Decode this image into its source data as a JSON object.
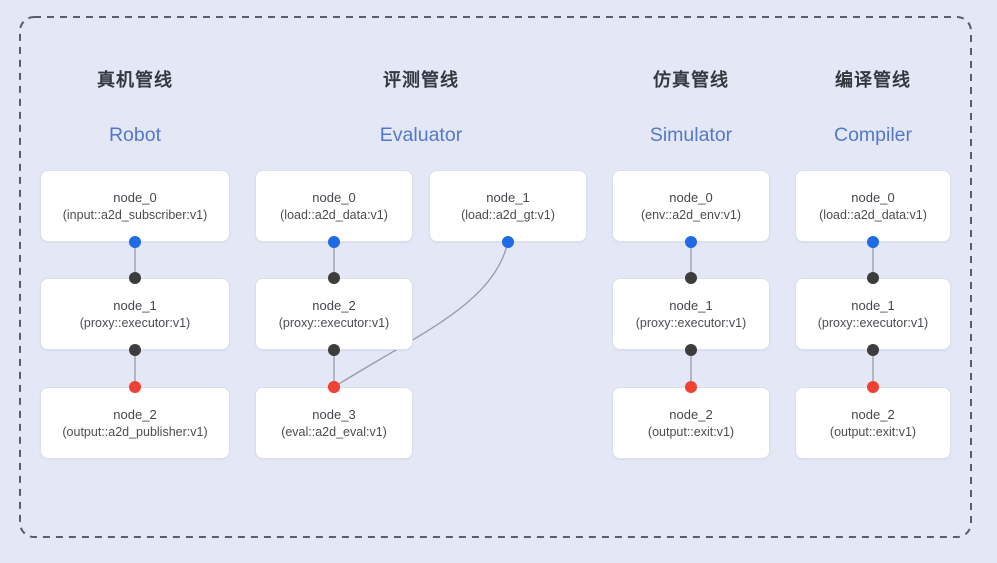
{
  "figure": {
    "background_color": "#e4e8f6",
    "frame_color": "#5a5f66"
  },
  "palette": {
    "blue": "#1f6ae5",
    "black": "#3d3d3d",
    "red": "#ef4134",
    "line": "#939caa"
  },
  "pipelines": [
    {
      "id": "robot",
      "title_zh": "真机管线",
      "title_en": "Robot",
      "nodes": [
        {
          "label": "node_0",
          "sub": "(input::a2d_subscriber:v1)"
        },
        {
          "label": "node_1",
          "sub": "(proxy::executor:v1)"
        },
        {
          "label": "node_2",
          "sub": "(output::a2d_publisher:v1)"
        }
      ],
      "edges": [
        {
          "from": 0,
          "to": 1,
          "start": "blue",
          "end": "black",
          "shape": "line"
        },
        {
          "from": 1,
          "to": 2,
          "start": "black",
          "end": "red",
          "shape": "line"
        }
      ]
    },
    {
      "id": "evaluator",
      "title_zh": "评测管线",
      "title_en": "Evaluator",
      "nodes": [
        {
          "label": "node_0",
          "sub": "(load::a2d_data:v1)"
        },
        {
          "label": "node_1",
          "sub": "(load::a2d_gt:v1)"
        },
        {
          "label": "node_2",
          "sub": "(proxy::executor:v1)"
        },
        {
          "label": "node_3",
          "sub": "(eval::a2d_eval:v1)"
        }
      ],
      "edges": [
        {
          "from": 0,
          "to": 2,
          "start": "blue",
          "end": "black",
          "shape": "line"
        },
        {
          "from": 2,
          "to": 3,
          "start": "black",
          "end": "red",
          "shape": "line"
        },
        {
          "from": 1,
          "to": 3,
          "start": "blue",
          "end": "red",
          "shape": "curve"
        }
      ]
    },
    {
      "id": "simulator",
      "title_zh": "仿真管线",
      "title_en": "Simulator",
      "nodes": [
        {
          "label": "node_0",
          "sub": "(env::a2d_env:v1)"
        },
        {
          "label": "node_1",
          "sub": "(proxy::executor:v1)"
        },
        {
          "label": "node_2",
          "sub": "(output::exit:v1)"
        }
      ],
      "edges": [
        {
          "from": 0,
          "to": 1,
          "start": "blue",
          "end": "black",
          "shape": "line"
        },
        {
          "from": 1,
          "to": 2,
          "start": "black",
          "end": "red",
          "shape": "line"
        }
      ]
    },
    {
      "id": "compiler",
      "title_zh": "编译管线",
      "title_en": "Compiler",
      "nodes": [
        {
          "label": "node_0",
          "sub": "(load::a2d_data:v1)"
        },
        {
          "label": "node_1",
          "sub": "(proxy::executor:v1)"
        },
        {
          "label": "node_2",
          "sub": "(output::exit:v1)"
        }
      ],
      "edges": [
        {
          "from": 0,
          "to": 1,
          "start": "blue",
          "end": "black",
          "shape": "line"
        },
        {
          "from": 1,
          "to": 2,
          "start": "black",
          "end": "red",
          "shape": "line"
        }
      ]
    }
  ]
}
